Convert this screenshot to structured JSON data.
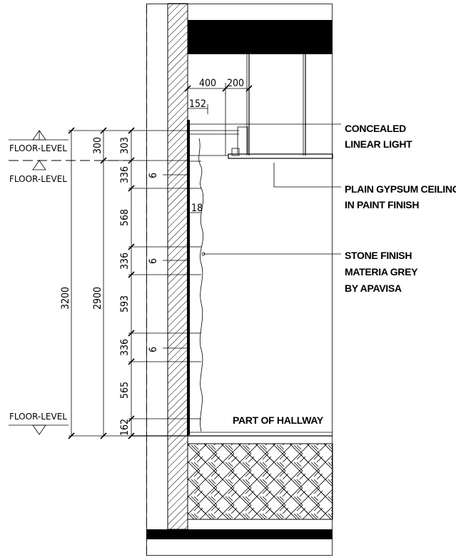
{
  "levels": {
    "level_top": "FLOOR-LEVEL",
    "level_mid": "FLOOR-LEVEL",
    "level_bottom": "FLOOR-LEVEL"
  },
  "dimensions": {
    "overall_height": "3200",
    "finished_height": "2900",
    "ceiling_gap": "300",
    "top_width": "400",
    "light_width": "200",
    "offset_152": "152",
    "stone_thickness": "18",
    "joint_a": "6",
    "joint_b": "6",
    "joint_c": "6",
    "courses": [
      "303",
      "336",
      "568",
      "336",
      "593",
      "336",
      "565",
      "162"
    ]
  },
  "callouts": {
    "light_line1": "CONCEALED",
    "light_line2": "LINEAR LIGHT",
    "ceiling_line1": "PLAIN GYPSUM CEILING",
    "ceiling_line2": "IN PAINT FINISH",
    "stone_line1": "STONE FINISH",
    "stone_line2": "MATERIA GREY",
    "stone_line3": "BY APAVISA"
  },
  "room_label": "PART OF HALLWAY"
}
